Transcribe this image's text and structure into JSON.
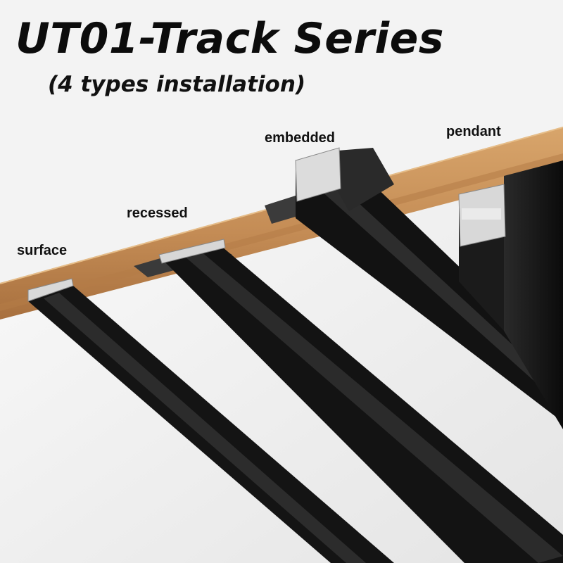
{
  "heading": {
    "title": "UT01-Track Series",
    "subtitle": "(4 types installation)"
  },
  "labels": {
    "surface": "surface",
    "recessed": "recessed",
    "embedded": "embedded",
    "pendant": "pendant"
  },
  "colors": {
    "background": "#f3f3f3",
    "wood": "#c9955e",
    "track": "#141414",
    "aluminum": "#d8d8d8"
  }
}
